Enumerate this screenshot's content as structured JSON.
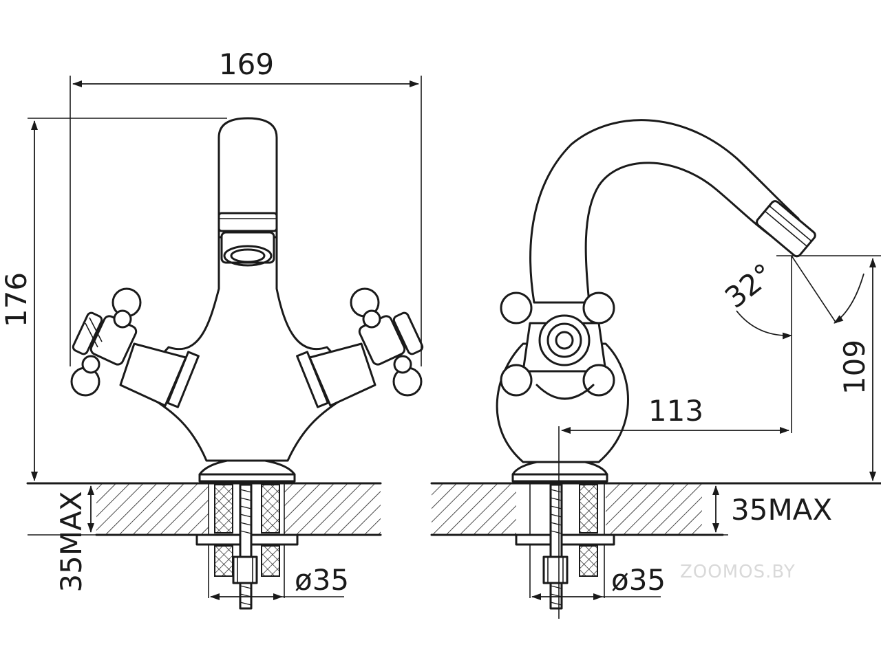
{
  "diagram": {
    "front_view": {
      "width": "169",
      "height": "176",
      "mount_thickness": "35MAX",
      "hole_diameter": "ø35"
    },
    "side_view": {
      "spout_reach": "113",
      "spout_height": "109",
      "spout_angle": "32°",
      "mount_thickness": "35MAX",
      "hole_diameter": "ø35"
    },
    "watermark": "ZOOMOS.BY"
  },
  "colors": {
    "line": "#1a1a1a",
    "background": "#ffffff",
    "watermark": "#d9d9d9"
  }
}
